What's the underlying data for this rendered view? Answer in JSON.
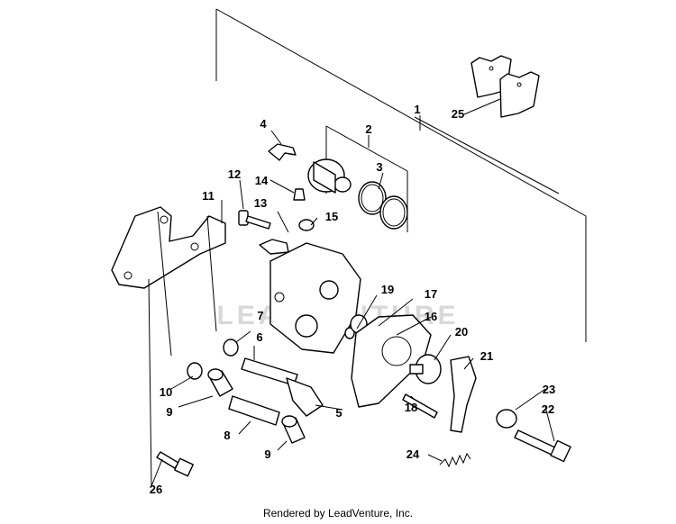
{
  "watermark": "LEADVENTURE",
  "footer_text": "Rendered by LeadVenture, Inc.",
  "callouts": [
    {
      "id": "c1",
      "text": "1"
    },
    {
      "id": "c2",
      "text": "2"
    },
    {
      "id": "c3",
      "text": "3"
    },
    {
      "id": "c4",
      "text": "4"
    },
    {
      "id": "c5",
      "text": "5"
    },
    {
      "id": "c6",
      "text": "6"
    },
    {
      "id": "c7",
      "text": "7"
    },
    {
      "id": "c8",
      "text": "8"
    },
    {
      "id": "c9a",
      "text": "9"
    },
    {
      "id": "c9b",
      "text": "9"
    },
    {
      "id": "c10",
      "text": "10"
    },
    {
      "id": "c11",
      "text": "11"
    },
    {
      "id": "c12",
      "text": "12"
    },
    {
      "id": "c13",
      "text": "13"
    },
    {
      "id": "c14",
      "text": "14"
    },
    {
      "id": "c15",
      "text": "15"
    },
    {
      "id": "c16",
      "text": "16"
    },
    {
      "id": "c17",
      "text": "17"
    },
    {
      "id": "c18",
      "text": "18"
    },
    {
      "id": "c19",
      "text": "19"
    },
    {
      "id": "c20",
      "text": "20"
    },
    {
      "id": "c21",
      "text": "21"
    },
    {
      "id": "c22",
      "text": "22"
    },
    {
      "id": "c23",
      "text": "23"
    },
    {
      "id": "c24",
      "text": "24"
    },
    {
      "id": "c25",
      "text": "25"
    },
    {
      "id": "c26",
      "text": "26"
    }
  ]
}
